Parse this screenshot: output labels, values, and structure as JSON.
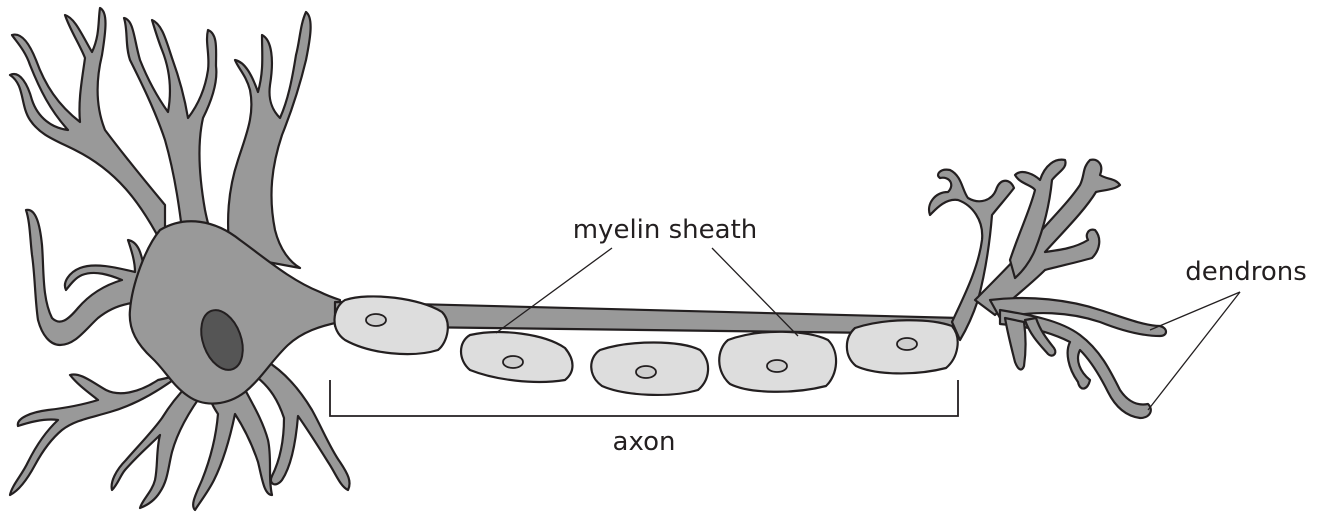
{
  "labels": {
    "myelin_sheath": "myelin sheath",
    "axon": "axon",
    "dendrons": "dendrons"
  }
}
